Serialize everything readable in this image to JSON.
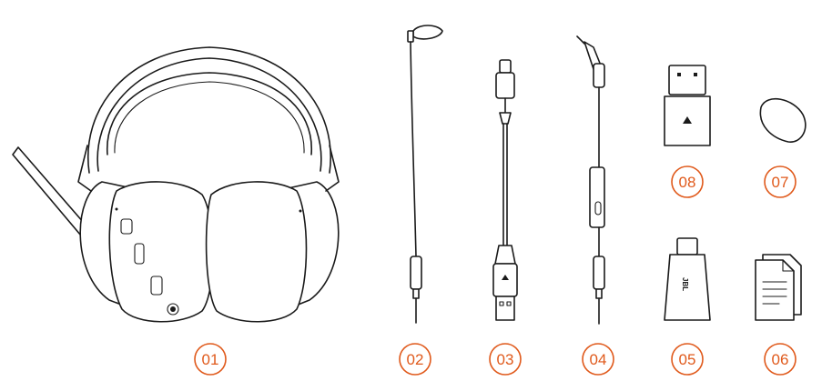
{
  "accent_color": "#e05a1c",
  "items": [
    {
      "number": "01",
      "icon": "headset-icon"
    },
    {
      "number": "02",
      "icon": "boom-microphone-icon"
    },
    {
      "number": "03",
      "icon": "usb-cable-icon"
    },
    {
      "number": "04",
      "icon": "audio-cable-icon"
    },
    {
      "number": "05",
      "icon": "usb-dongle-icon"
    },
    {
      "number": "06",
      "icon": "documents-icon"
    },
    {
      "number": "07",
      "icon": "windscreen-foam-icon"
    },
    {
      "number": "08",
      "icon": "usb-adapter-icon"
    }
  ],
  "logos": {
    "brand": "JBL"
  }
}
